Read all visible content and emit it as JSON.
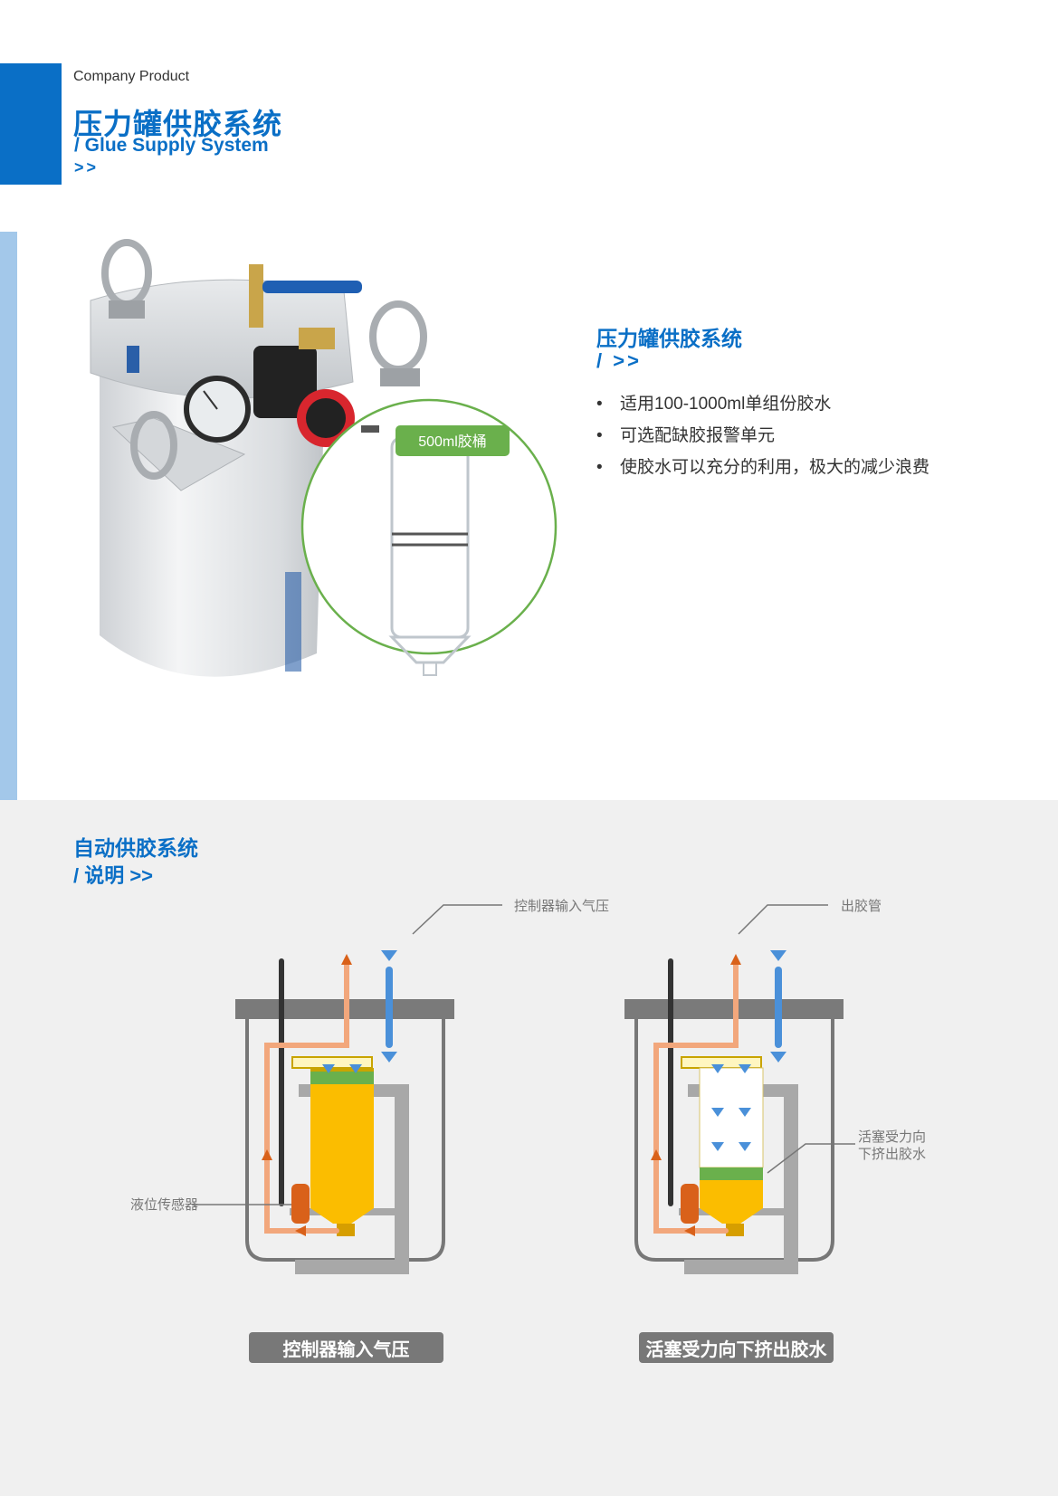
{
  "header": {
    "company": "Company Product",
    "title_cn": "压力罐供胶系统",
    "title_en": "/ Glue Supply System",
    "arrow": ">>"
  },
  "product": {
    "bucket_label": "500ml胶桶",
    "title": "压力罐供胶系统",
    "arrow": "/ >>",
    "bullets": [
      "适用100-1000ml单组份胶水",
      "可选配缺胶报警单元",
      "使胶水可以充分的利用，极大的减少浪费"
    ]
  },
  "system": {
    "title": "自动供胶系统",
    "subtitle": "/ 说明 >>",
    "labels": {
      "controller_pressure": "控制器输入气压",
      "outlet_pipe": "出胶管",
      "level_sensor": "液位传感器",
      "piston_line1": "活塞受力向",
      "piston_line2": "下挤出胶水"
    },
    "captions": [
      "控制器输入气压",
      "活塞受力向下挤出胶水"
    ]
  },
  "colors": {
    "brand_blue": "#0a6fc6",
    "light_blue": "#a3c8ea",
    "glue_yellow": "#fbbd00",
    "piston_green": "#6ab04c",
    "pipe_orange": "#f2a77c",
    "sensor_orange": "#d9611a"
  }
}
